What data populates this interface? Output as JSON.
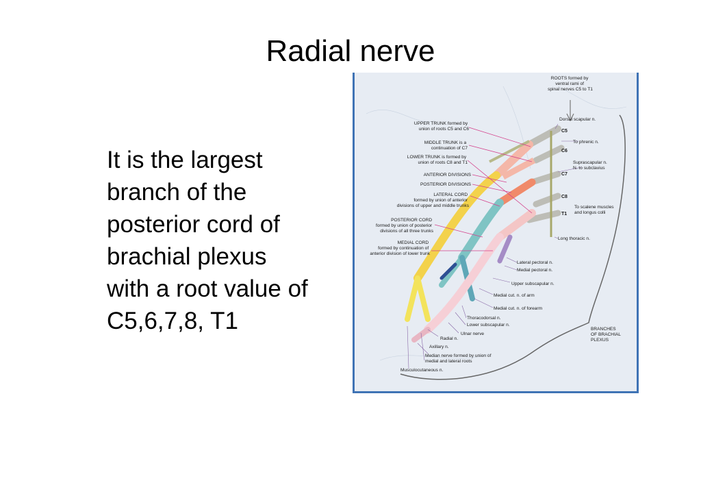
{
  "slide": {
    "title": "Radial nerve",
    "body_lines": [
      "It is the largest",
      "branch of the",
      "posterior cord of",
      "brachial plexus",
      "with a root value of",
      "C5,6,7,8, T1"
    ]
  },
  "figure": {
    "roots_label": [
      "ROOTS formed by",
      "ventral rami of",
      "spinal nerves C5 to T1"
    ],
    "left_labels": {
      "upper_trunk": [
        "UPPER TRUNK formed by",
        "union of roots C5 and C6"
      ],
      "middle_trunk": [
        "MIDDLE TRUNK is a",
        "continuation of C7"
      ],
      "lower_trunk": [
        "LOWER TRUNK is formed by",
        "union of roots C8 and T1"
      ],
      "anterior_divisions": "ANTERIOR DIVISIONS",
      "posterior_divisions": "POSTERIOR DIVISIONS",
      "lateral_cord": [
        "LATERAL CORD",
        "formed by union of anterior",
        "divisions of upper and middle trunks"
      ],
      "posterior_cord": [
        "POSTERIOR CORD",
        "formed by union of posterior",
        "divisions of all three trunks"
      ],
      "medial_cord": [
        "MEDIAL CORD",
        "formed by continuation of",
        "anterior division of lower trunk"
      ]
    },
    "root_tags": [
      "C5",
      "C6",
      "C7",
      "C8",
      "T1"
    ],
    "right_labels": {
      "dorsal_scapular": "Dorsal scapular n.",
      "phrenic": "To phrenic n.",
      "suprascapular": "Suprascapular n.",
      "subclavius": "N. to subclavius",
      "scalene": [
        "To scalene muscles",
        "and longus colli"
      ],
      "long_thoracic": "Long thoracic n.",
      "lateral_pectoral": "Lateral pectoral n.",
      "medial_pectoral": "Medial pectoral n.",
      "upper_subscapular": "Upper subscapular n.",
      "medial_cut_arm": "Medial cut. n. of arm",
      "medial_cut_forearm": "Medial cut. n. of forearm",
      "thoracodorsal": "Thoracodorsal n.",
      "lower_subscapular": "Lower subscapular n.",
      "ulnar": "Ulnar nerve"
    },
    "bottom_labels": {
      "radial": "Radial n.",
      "axillary": "Axillary n.",
      "median": [
        "Median nerve formed by union of",
        "medial and lateral roots"
      ],
      "musculocutaneous": "Musculocutaneous n."
    },
    "branches_label": [
      "BRANCHES",
      "OF BRACHIAL",
      "PLEXUS"
    ]
  }
}
